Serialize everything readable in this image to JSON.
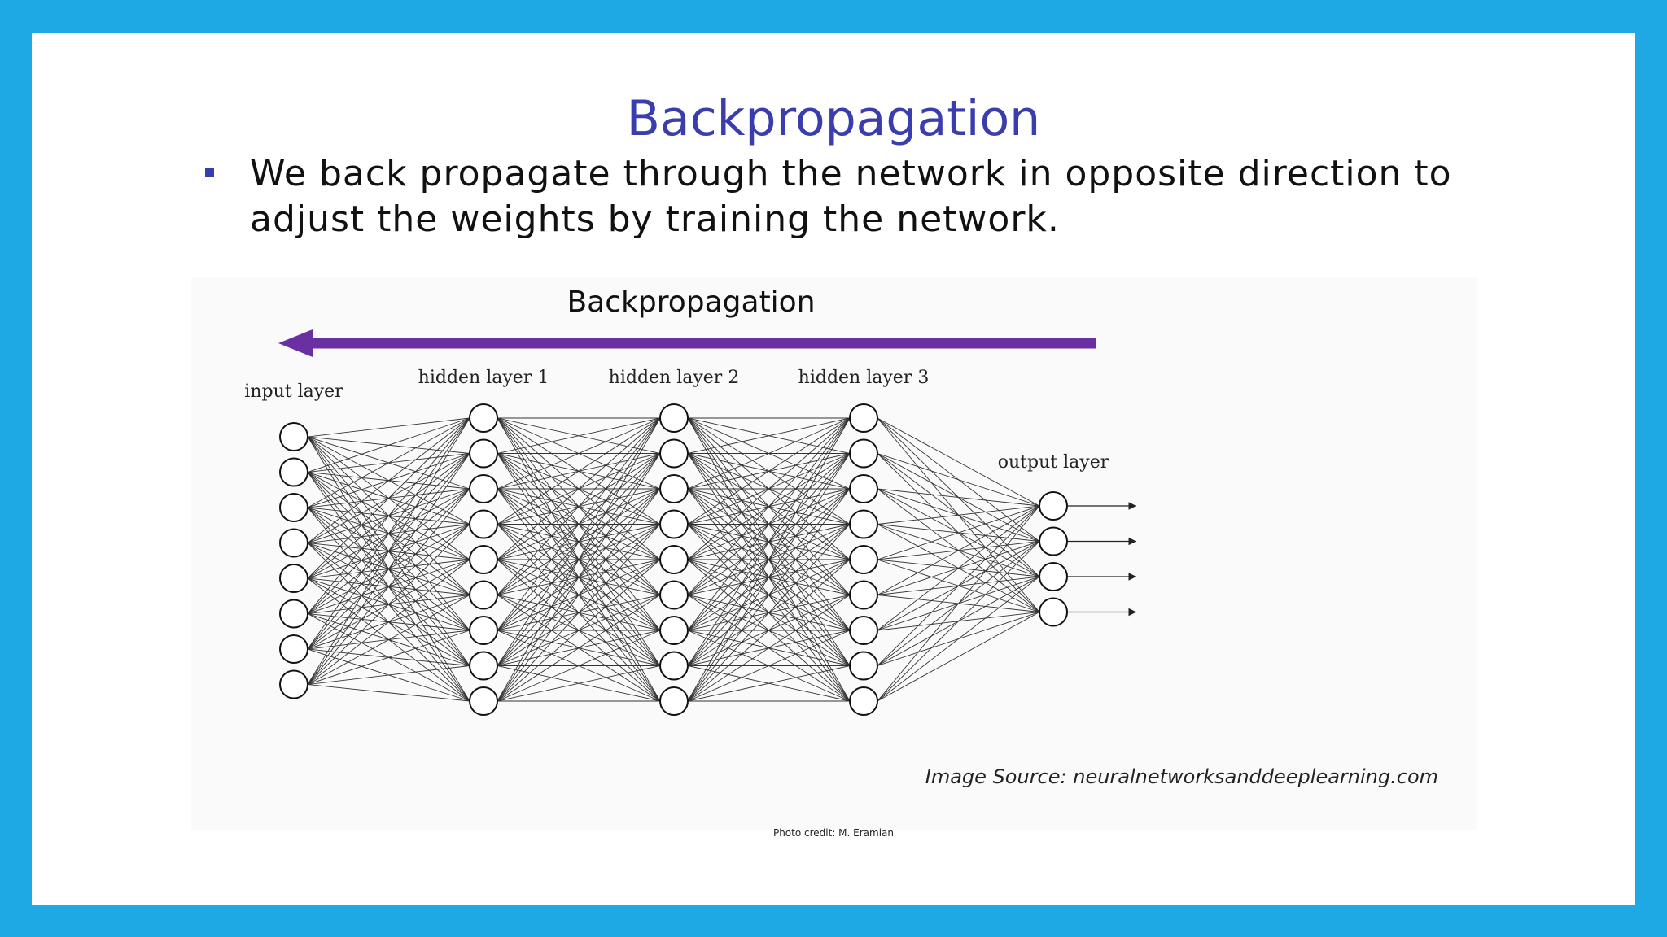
{
  "slide": {
    "title": "Backpropagation",
    "bullet": "We back propagate through the network in opposite direction to adjust the weights by training the network."
  },
  "figure": {
    "title": "Backpropagation",
    "layers": [
      {
        "label": "input layer",
        "neurons": 8
      },
      {
        "label": "hidden layer 1",
        "neurons": 9
      },
      {
        "label": "hidden layer 2",
        "neurons": 9
      },
      {
        "label": "hidden layer 3",
        "neurons": 9
      },
      {
        "label": "output layer",
        "neurons": 4
      }
    ],
    "image_source": "Image Source: neuralnetworksanddeeplearning.com",
    "photo_credit": "Photo credit: M. Eramian"
  },
  "colors": {
    "frame": "#1ea8e4",
    "title": "#3a3dae",
    "arrow": "#6a2fa0"
  }
}
